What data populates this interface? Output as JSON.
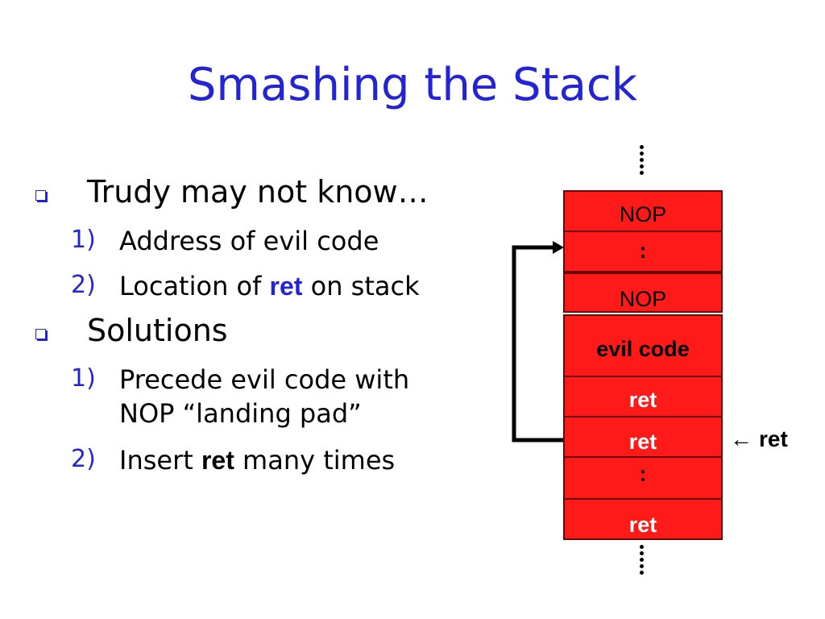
{
  "slide": {
    "title": "Smashing the Stack",
    "bullets": [
      {
        "text": "Trudy may not know…",
        "items": [
          {
            "num": "1)",
            "text": "Address of evil code"
          },
          {
            "num": "2)",
            "text_before": "Location of ",
            "highlight": "ret",
            "text_after": " on stack"
          }
        ]
      },
      {
        "text": "Solutions",
        "items": [
          {
            "num": "1)",
            "line1": "Precede evil code with",
            "line2": "NOP “landing pad”"
          },
          {
            "num": "2)",
            "text_before": "Insert ",
            "highlight": "ret",
            "text_after": " many times"
          }
        ]
      }
    ]
  },
  "stack": {
    "cells": [
      {
        "label": "NOP"
      },
      {
        "label": ":"
      },
      {
        "label": "NOP"
      },
      {
        "label": "evil code"
      },
      {
        "label": "ret"
      },
      {
        "label": "ret"
      },
      {
        "label": ":"
      },
      {
        "label": "ret"
      }
    ],
    "pointer_arrow": "←",
    "pointer_label": "ret"
  },
  "colors": {
    "title": "#2424d6",
    "cell_fill": "#ff1a1a",
    "cell_border": "#6b0000",
    "accent": "#2424d6"
  }
}
